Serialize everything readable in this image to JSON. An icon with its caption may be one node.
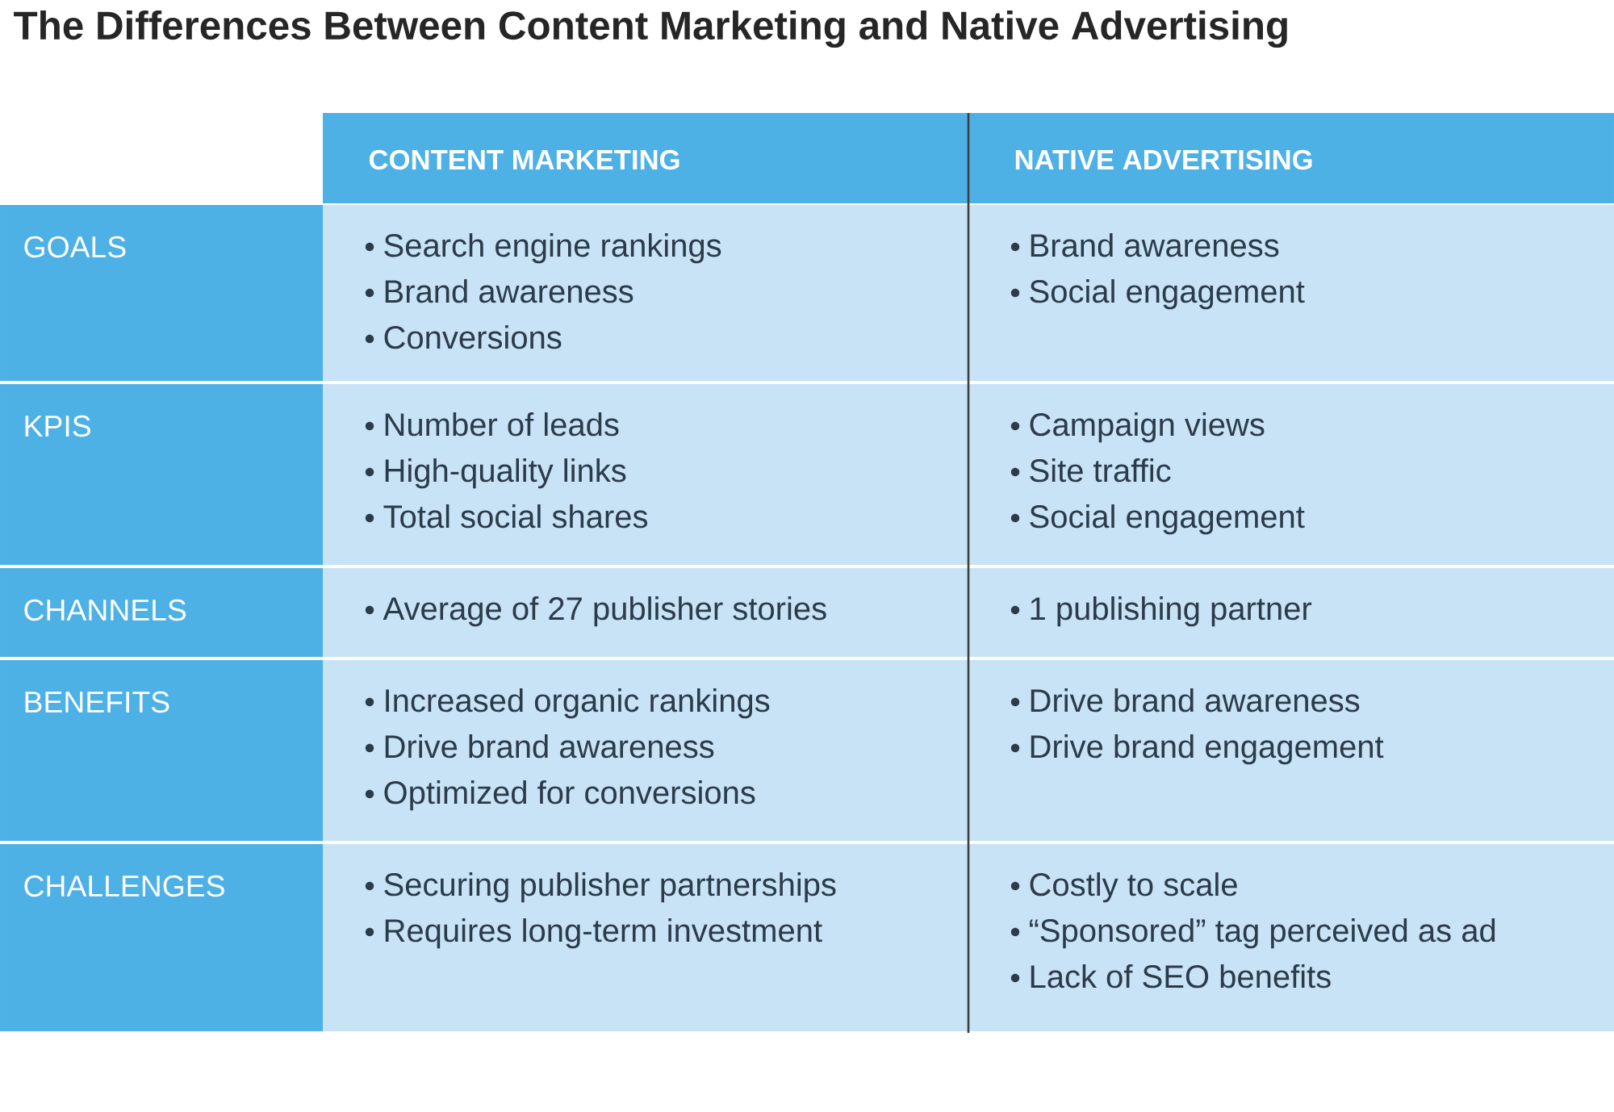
{
  "diagram": {
    "title": "The Differences Between Content Marketing and Native Advertising",
    "labels": [
      "CONTENT MARKETING",
      "NATIVE ADVERTISING",
      "GOALS",
      "Search engine rankings",
      "Brand awareness",
      "Conversions",
      "Brand awareness",
      "Social engagement",
      "KPIS",
      "Number of leads",
      "High-quality links",
      "Total social shares",
      "Campaign views",
      "Site traffic",
      "Social engagement",
      "CHANNELS",
      "Average of 27 publisher stories",
      "1 publishing partner",
      "BENEFITS",
      "Increased organic rankings",
      "Drive brand awareness",
      "Optimized for conversions",
      "Drive brand awareness",
      "Drive brand engagement",
      "CHALLENGES",
      "Securing publisher partnerships",
      "Requires long-term investment",
      "Costly to scale",
      "“Sponsored” tag perceived as ad",
      "Lack of SEO benefits"
    ]
  }
}
